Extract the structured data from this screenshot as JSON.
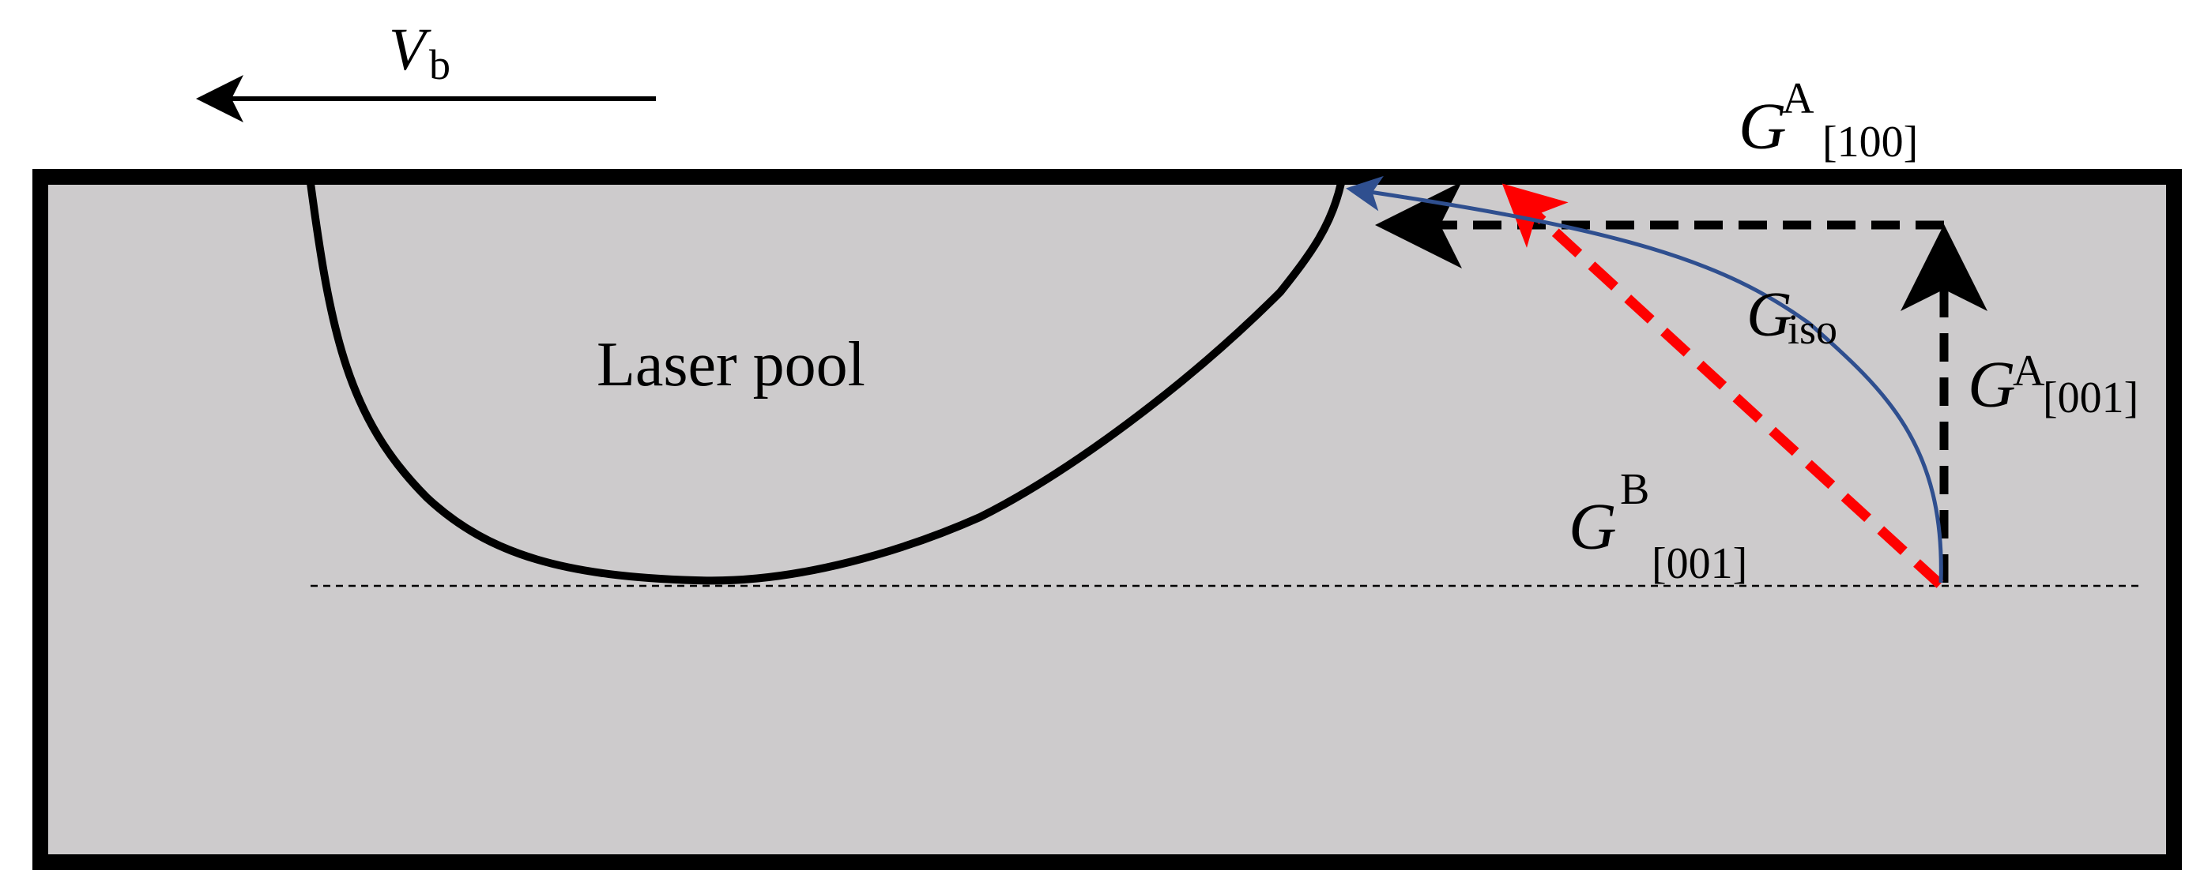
{
  "labels": {
    "velocity_symbol": "V",
    "velocity_subscript": "b",
    "laser_pool": "Laser pool",
    "g_a_100_symbol": "G",
    "g_a_100_superscript": "A",
    "g_a_100_subscript": "[100]",
    "g_a_001_symbol": "G",
    "g_a_001_superscript": "A",
    "g_a_001_subscript": "[001]",
    "g_b_001_symbol": "G",
    "g_b_001_superscript": "B",
    "g_b_001_subscript": "[001]",
    "g_iso_symbol": "G",
    "g_iso_subscript": "iso"
  },
  "colors": {
    "background": "#ffffff",
    "substrate_fill": "#cdcbcc",
    "outline": "#000000",
    "red_vector": "#ff0000",
    "blue_vector": "#2f4f8f"
  }
}
